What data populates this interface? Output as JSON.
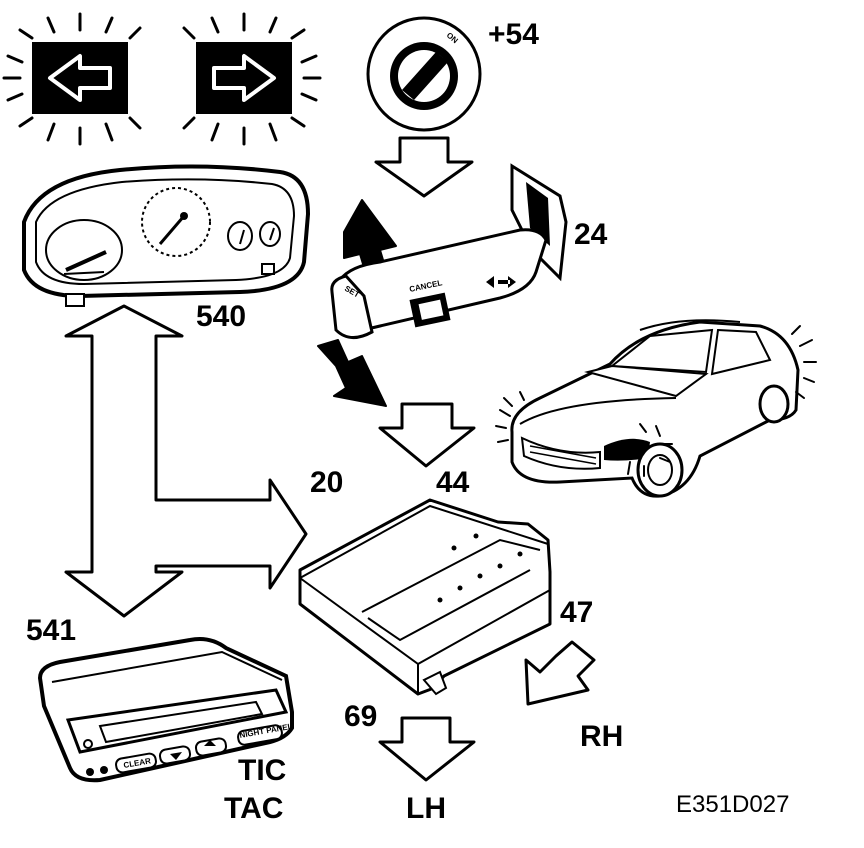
{
  "labels": {
    "ignition": "+54",
    "switch_label": "ON",
    "stalk_number": "24",
    "cluster_number": "540",
    "stalk_cancel": "CANCEL",
    "stalk_set": "SET",
    "control_unit_number": "20",
    "lights_number": "44",
    "output_rh_number": "47",
    "output_rh": "RH",
    "output_lh_number": "69",
    "output_lh": "LH",
    "display_number": "541",
    "display_tic": "TIC",
    "display_tac": "TAC",
    "display_clear": "CLEAR",
    "display_night": "NIGHT PANEL",
    "figure_code": "E351D027"
  },
  "colors": {
    "ink": "#000000",
    "paper": "#ffffff"
  },
  "icons": [
    "left-turn-signal-icon",
    "right-turn-signal-icon",
    "ignition-switch-icon"
  ]
}
